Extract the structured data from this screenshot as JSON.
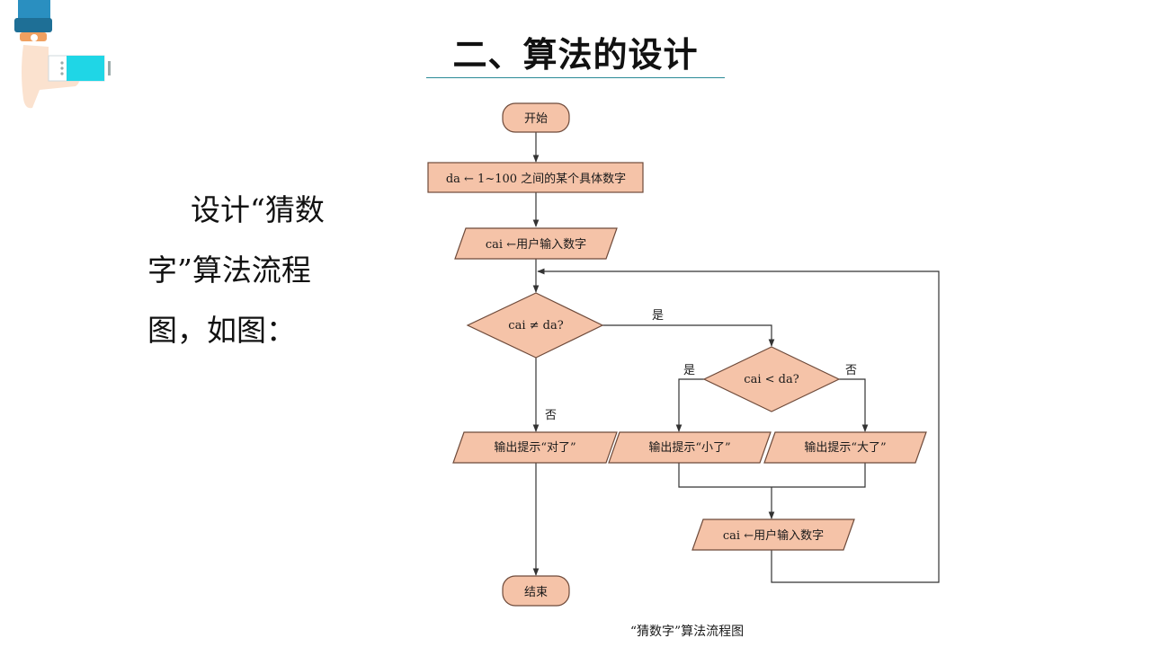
{
  "slide": {
    "title": "二、算法的设计",
    "body_text": "设计“猜数字”算法流程图，如图："
  },
  "flowchart": {
    "nodes": {
      "start": "开始",
      "init": "da ← 1~100 之间的某个具体数字",
      "input1": "cai ←用户输入数字",
      "cond1": "cai ≠ da?",
      "cond2": "cai < da?",
      "out_correct": "输出提示“对了”",
      "out_small": "输出提示“小了”",
      "out_big": "输出提示“大了”",
      "input2": "cai ←用户输入数字",
      "end": "结束"
    },
    "edge_labels": {
      "cond1_yes": "是",
      "cond1_no": "否",
      "cond2_yes": "是",
      "cond2_no": "否"
    },
    "caption": "“猜数字”算法流程图"
  },
  "colors": {
    "node_fill": "#f5c3a8",
    "node_stroke": "#6e4a3a",
    "line": "#333333",
    "accent": "#2b8a96"
  }
}
